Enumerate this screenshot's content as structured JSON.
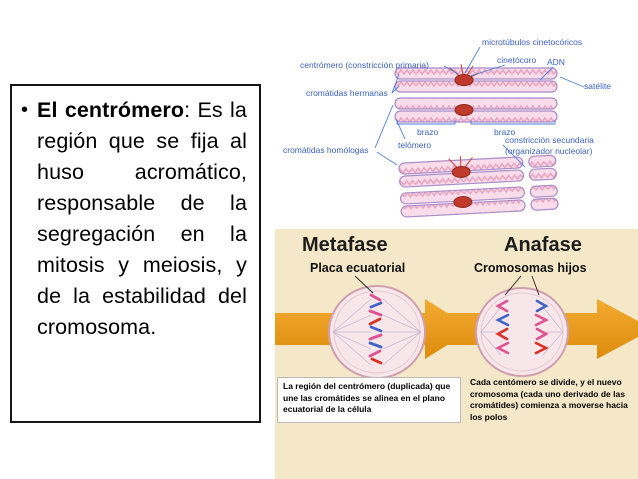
{
  "slide": {
    "bullet_marker": "•",
    "definition": {
      "term": "El centrómero",
      "body": ": Es la región que se fija al huso acromático, responsable de la segregación en la mitosis y meiosis, y de la estabilidad del cromosoma."
    }
  },
  "chromosome_diagram": {
    "labels": {
      "microtubulos": "microtúbulos cinetocóricos",
      "centromero": "centrómero (constricción primaria)",
      "cinetocoro": "cinetócoro",
      "adn": "ADN",
      "cromatidas_hermanas": "cromátidas hermanas",
      "satelite": "satélite",
      "brazo_izq": "brazo",
      "brazo_der": "brazo",
      "telomero": "telómero",
      "constriccion_secundaria": "constricción secundaria (organizador nucleolar)",
      "cromatidas_homologas": "cromátidas homólogas"
    },
    "colors": {
      "label_text": "#3a5fc0",
      "chromatid_fill": "#f8dce9",
      "chromatid_outline": "#a98cc9",
      "zigzag": "#e9a2c0",
      "centromere": "#c0392b"
    }
  },
  "mitosis_panel": {
    "left_phase_title": "Metafase",
    "right_phase_title": "Anafase",
    "left_sublabel": "Placa ecuatorial",
    "right_sublabel": "Cromosomas hijos",
    "left_caption": "La región del centrómero (duplicada) que une las cromátides se alinea en el plano ecuatorial de la célula",
    "right_caption": "Cada centómero se divide, y el nuevo cromosoma (cada uno derivado de las cromátides) comienza a moverse hacia los polos",
    "colors": {
      "background": "#f5e8c8",
      "arrow_orange": "#e8981c",
      "cell_fill": "#f7e6ea",
      "cell_outline": "#cf9fb0"
    }
  }
}
